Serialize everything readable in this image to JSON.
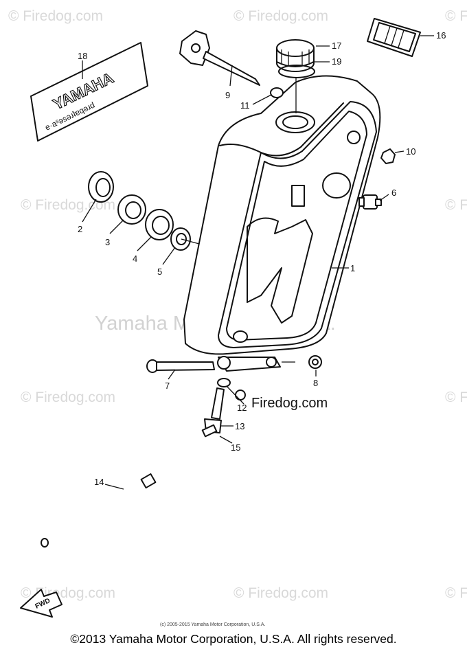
{
  "watermarks": {
    "site": "© Firedog.com",
    "brand": "Yamaha Motor Corp U.S.A.",
    "center": "Firedog.com"
  },
  "decal_text": {
    "line1": "YAMAHA",
    "line2": "e·aˢǝsǝɹʇɐqǝɹd"
  },
  "fwd_label": "FWD",
  "small_copyright": "(c) 2005-2015 Yamaha Motor Corporation, U.S.A.",
  "footer_copyright": "©2013 Yamaha Motor Corporation, U.S.A. All rights reserved.",
  "parts": [
    {
      "id": "1",
      "label": "1"
    },
    {
      "id": "2",
      "label": "2"
    },
    {
      "id": "3",
      "label": "3"
    },
    {
      "id": "4",
      "label": "4"
    },
    {
      "id": "5",
      "label": "5"
    },
    {
      "id": "6",
      "label": "6"
    },
    {
      "id": "7",
      "label": "7"
    },
    {
      "id": "8",
      "label": "8"
    },
    {
      "id": "9",
      "label": "9"
    },
    {
      "id": "10",
      "label": "10"
    },
    {
      "id": "11",
      "label": "11"
    },
    {
      "id": "12",
      "label": "12"
    },
    {
      "id": "13",
      "label": "13"
    },
    {
      "id": "14",
      "label": "14"
    },
    {
      "id": "15",
      "label": "15"
    },
    {
      "id": "16",
      "label": "16"
    },
    {
      "id": "17",
      "label": "17"
    },
    {
      "id": "18",
      "label": "18"
    },
    {
      "id": "19",
      "label": "19"
    }
  ]
}
